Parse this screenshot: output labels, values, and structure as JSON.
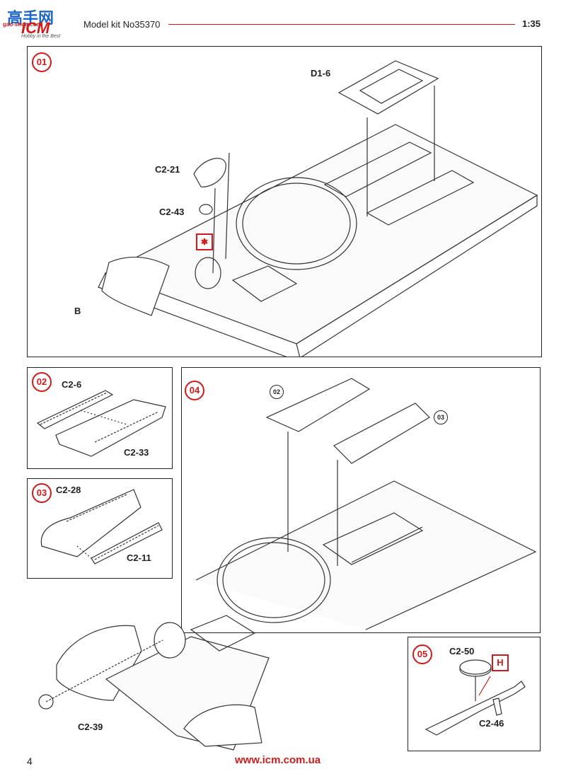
{
  "header": {
    "logo_chinese": "高手网",
    "logo_url": "gao-shou.com",
    "logo_brand": "ICM",
    "logo_tagline": "Hobby in the Best",
    "kit_title": "Model kit No35370",
    "scale": "1:35"
  },
  "steps": {
    "s01": {
      "number": "01",
      "parts": {
        "d1_6": "D1-6",
        "c2_21": "C2-21",
        "c2_43": "C2-43",
        "b": "B"
      },
      "colors": {
        "accent": "#d11a1a"
      }
    },
    "s02": {
      "number": "02",
      "parts": {
        "c2_6": "C2-6",
        "c2_33": "C2-33"
      }
    },
    "s03": {
      "number": "03",
      "parts": {
        "c2_28": "C2-28",
        "c2_11": "C2-11"
      }
    },
    "s04": {
      "number": "04",
      "refs": {
        "r02": "02",
        "r03": "03"
      },
      "parts": {
        "c2_39": "C2-39"
      }
    },
    "s05": {
      "number": "05",
      "parts": {
        "c2_50": "C2-50",
        "c2_46": "C2-46"
      },
      "paint_code": "H"
    }
  },
  "footer": {
    "page_number": "4",
    "website": "www.icm.com.ua"
  }
}
